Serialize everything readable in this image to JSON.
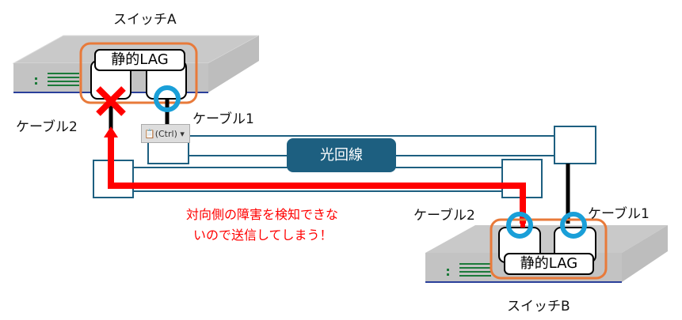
{
  "switch_a": {
    "title": "スイッチA",
    "lag_label": "静的LAG",
    "cable2": "ケーブル2",
    "cable1": "ケーブル1"
  },
  "switch_b": {
    "title": "スイッチB",
    "lag_label": "静的LAG",
    "cable2": "ケーブル2",
    "cable1": "ケーブル1"
  },
  "fiber_label": "光回線",
  "warning_lines": [
    "対向側の障害を検知できな",
    "いので送信してしまう！"
  ],
  "paste_button": {
    "label": "(Ctrl)",
    "icon": "clipboard-icon"
  },
  "colors": {
    "link": "#1d5f80",
    "error": "#ff0000",
    "ok_ring": "#1a9fd8",
    "lag_border": "#e87a3a"
  }
}
